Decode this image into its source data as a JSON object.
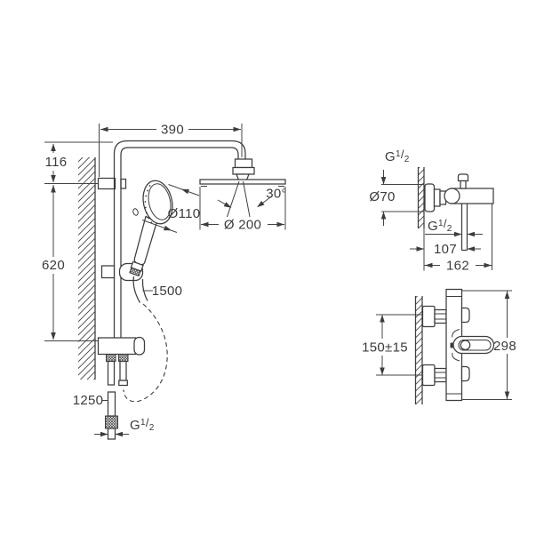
{
  "drawing": {
    "type": "technical-dimension-drawing",
    "line_color": "#3c3c3c",
    "background_color": "#ffffff"
  },
  "views": {
    "shower_system": {
      "dims": {
        "arm_width": "390",
        "top_offset": "116",
        "rail_length": "620",
        "hand_shower_dia": "Ø110",
        "head_shower_dia": "Ø 200",
        "spray_angle": "30°",
        "hose_length": "1500",
        "supply_hose_length": "1250"
      }
    },
    "bath_mixer_side": {
      "dims": {
        "escutcheon_dia": "Ø70",
        "outlet_offset": "107",
        "depth": "162"
      }
    },
    "mixer_front": {
      "dims": {
        "connection_spacing": "150±15",
        "height": "298"
      }
    }
  },
  "labels": {
    "g_half": {
      "base": "G",
      "sup": "1",
      "slash": "/",
      "sub": "2"
    }
  }
}
